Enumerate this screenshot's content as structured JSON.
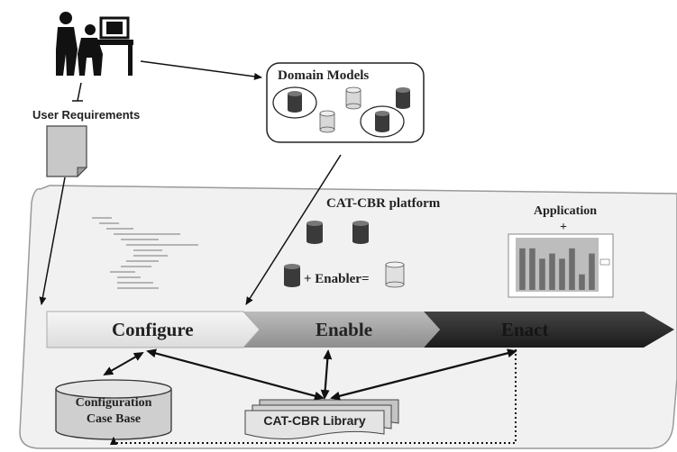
{
  "labels": {
    "user_requirements": "User Requirements",
    "domain_models": "Domain Models",
    "platform": "CAT-CBR platform",
    "application": "Application",
    "application_plus": "+",
    "enabler_plus": "+ Enabler=",
    "configure": "Configure",
    "enable": "Enable",
    "enact": "Enact",
    "case_base_line1": "Configuration",
    "case_base_line2": "Case Base",
    "library": "CAT-CBR Library"
  },
  "mini_chart": {
    "values": [
      8,
      8,
      6,
      7,
      6,
      8,
      3,
      7
    ]
  },
  "colors": {
    "configure_stage": "#ececec",
    "enable_stage": "#a8a8a8",
    "enact_stage": "#2e2e2e",
    "cylinder_dark": "#3a3a3a",
    "cylinder_light": "#d8d8d8"
  }
}
